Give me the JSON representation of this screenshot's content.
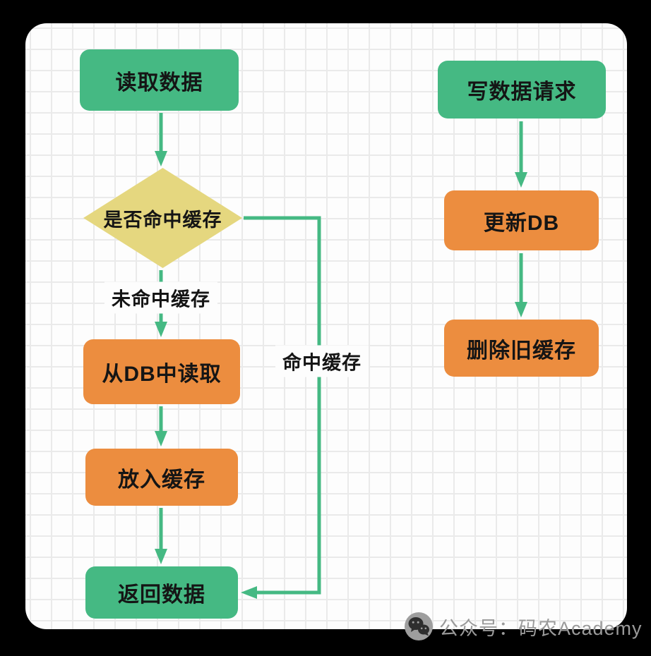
{
  "flow": {
    "read": {
      "start": "读取数据",
      "decision": "是否命中缓存",
      "miss_label": "未命中缓存",
      "hit_label": "命中缓存",
      "read_db": "从DB中读取",
      "put_cache": "放入缓存",
      "return_data": "返回数据"
    },
    "write": {
      "start": "写数据请求",
      "update_db": "更新DB",
      "delete_cache": "删除旧缓存"
    },
    "colors": {
      "green": "#45b983",
      "orange": "#ec8d3f",
      "yellow": "#e5d77f",
      "arrow": "#45b983",
      "text": "#151515",
      "canvas": "#fdfdfd",
      "grid_line": "#eaeaea",
      "page_background": "#000000"
    }
  },
  "watermark": {
    "label": "公众号：码农Academy",
    "icon": "wechat-icon"
  }
}
